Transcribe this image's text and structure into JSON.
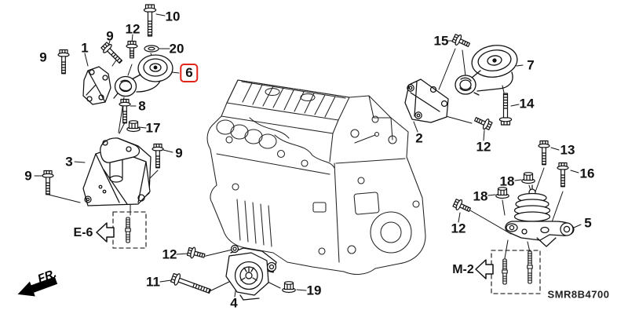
{
  "diagram": {
    "part_code": "SMR8B4700",
    "front_indicator": "FR.",
    "highlight_color": "#e2251b",
    "highlighted_callout": "6",
    "references": {
      "e6": {
        "label": "E-6"
      },
      "m2": {
        "label": "M-2"
      }
    },
    "callouts": [
      {
        "label": "10"
      },
      {
        "label": "12"
      },
      {
        "label": "9"
      },
      {
        "label": "1"
      },
      {
        "label": "20"
      },
      {
        "label": "9"
      },
      {
        "label": "6"
      },
      {
        "label": "8"
      },
      {
        "label": "17"
      },
      {
        "label": "9"
      },
      {
        "label": "3"
      },
      {
        "label": "9"
      },
      {
        "label": "12"
      },
      {
        "label": "11"
      },
      {
        "label": "4"
      },
      {
        "label": "19"
      },
      {
        "label": "15"
      },
      {
        "label": "7"
      },
      {
        "label": "14"
      },
      {
        "label": "2"
      },
      {
        "label": "12"
      },
      {
        "label": "13"
      },
      {
        "label": "16"
      },
      {
        "label": "18"
      },
      {
        "label": "18"
      },
      {
        "label": "12"
      },
      {
        "label": "5"
      }
    ]
  }
}
